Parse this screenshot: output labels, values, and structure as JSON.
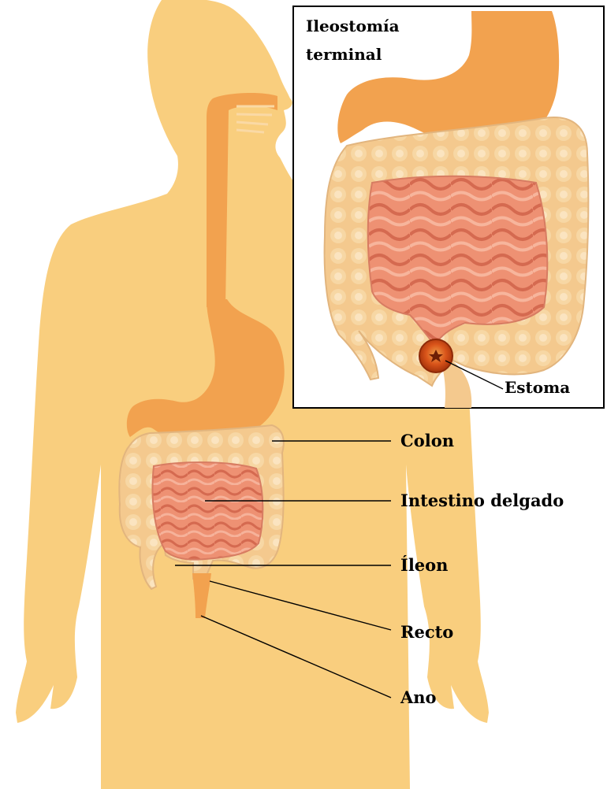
{
  "inset": {
    "title_line1": "Ileostomía",
    "title_line2": "terminal",
    "stoma_label": "Estoma"
  },
  "labels": {
    "colon": "Colon",
    "small_intestine": "Intestino delgado",
    "ileum": "Íleon",
    "rectum": "Recto",
    "anus": "Ano"
  },
  "colors": {
    "body": "#F9CE7E",
    "esophagus_stomach": "#F2A24F",
    "colon": "#F4C98E",
    "small_intestine": "#EE9173",
    "stoma": "#C7410F",
    "frame": "#000000"
  }
}
